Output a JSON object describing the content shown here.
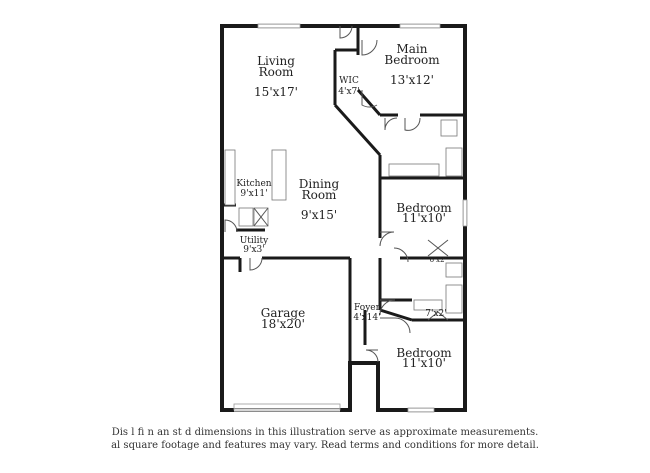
{
  "rooms": {
    "living_room": {
      "name": "Living\nRoom",
      "size": "15'x17'"
    },
    "main_bedroom": {
      "name": "Main\nBedroom",
      "size": "13'x12'"
    },
    "wic": {
      "name": "WIC",
      "size": "4'x7'"
    },
    "kitchen": {
      "name": "Kitchen",
      "size": "9'x11'"
    },
    "dining_room": {
      "name": "Dining\nRoom",
      "size": "9'x15'"
    },
    "utility": {
      "name": "Utility",
      "size": "9'x3'"
    },
    "bedroom_2": {
      "name": "Bedroom",
      "size": "11'x10'"
    },
    "closet_2": {
      "name": "",
      "size": "6'x2'"
    },
    "garage": {
      "name": "Garage",
      "size": "18'x20'"
    },
    "foyer": {
      "name": "Foyer",
      "size": "4'x14'"
    },
    "closet_3": {
      "name": "",
      "size": "7'x2'"
    },
    "bedroom_3": {
      "name": "Bedroom",
      "size": "11'x10'"
    }
  },
  "disclaimer": {
    "line1": "Dis        l  fi   n  an   st  d dimensions in this illustration serve as approximate measurements.",
    "line2": "al square footage and features may vary. Read terms and conditions for more detail."
  },
  "colors": {
    "wall": "#1a1a1a",
    "background": "#ffffff",
    "text": "#222222"
  }
}
